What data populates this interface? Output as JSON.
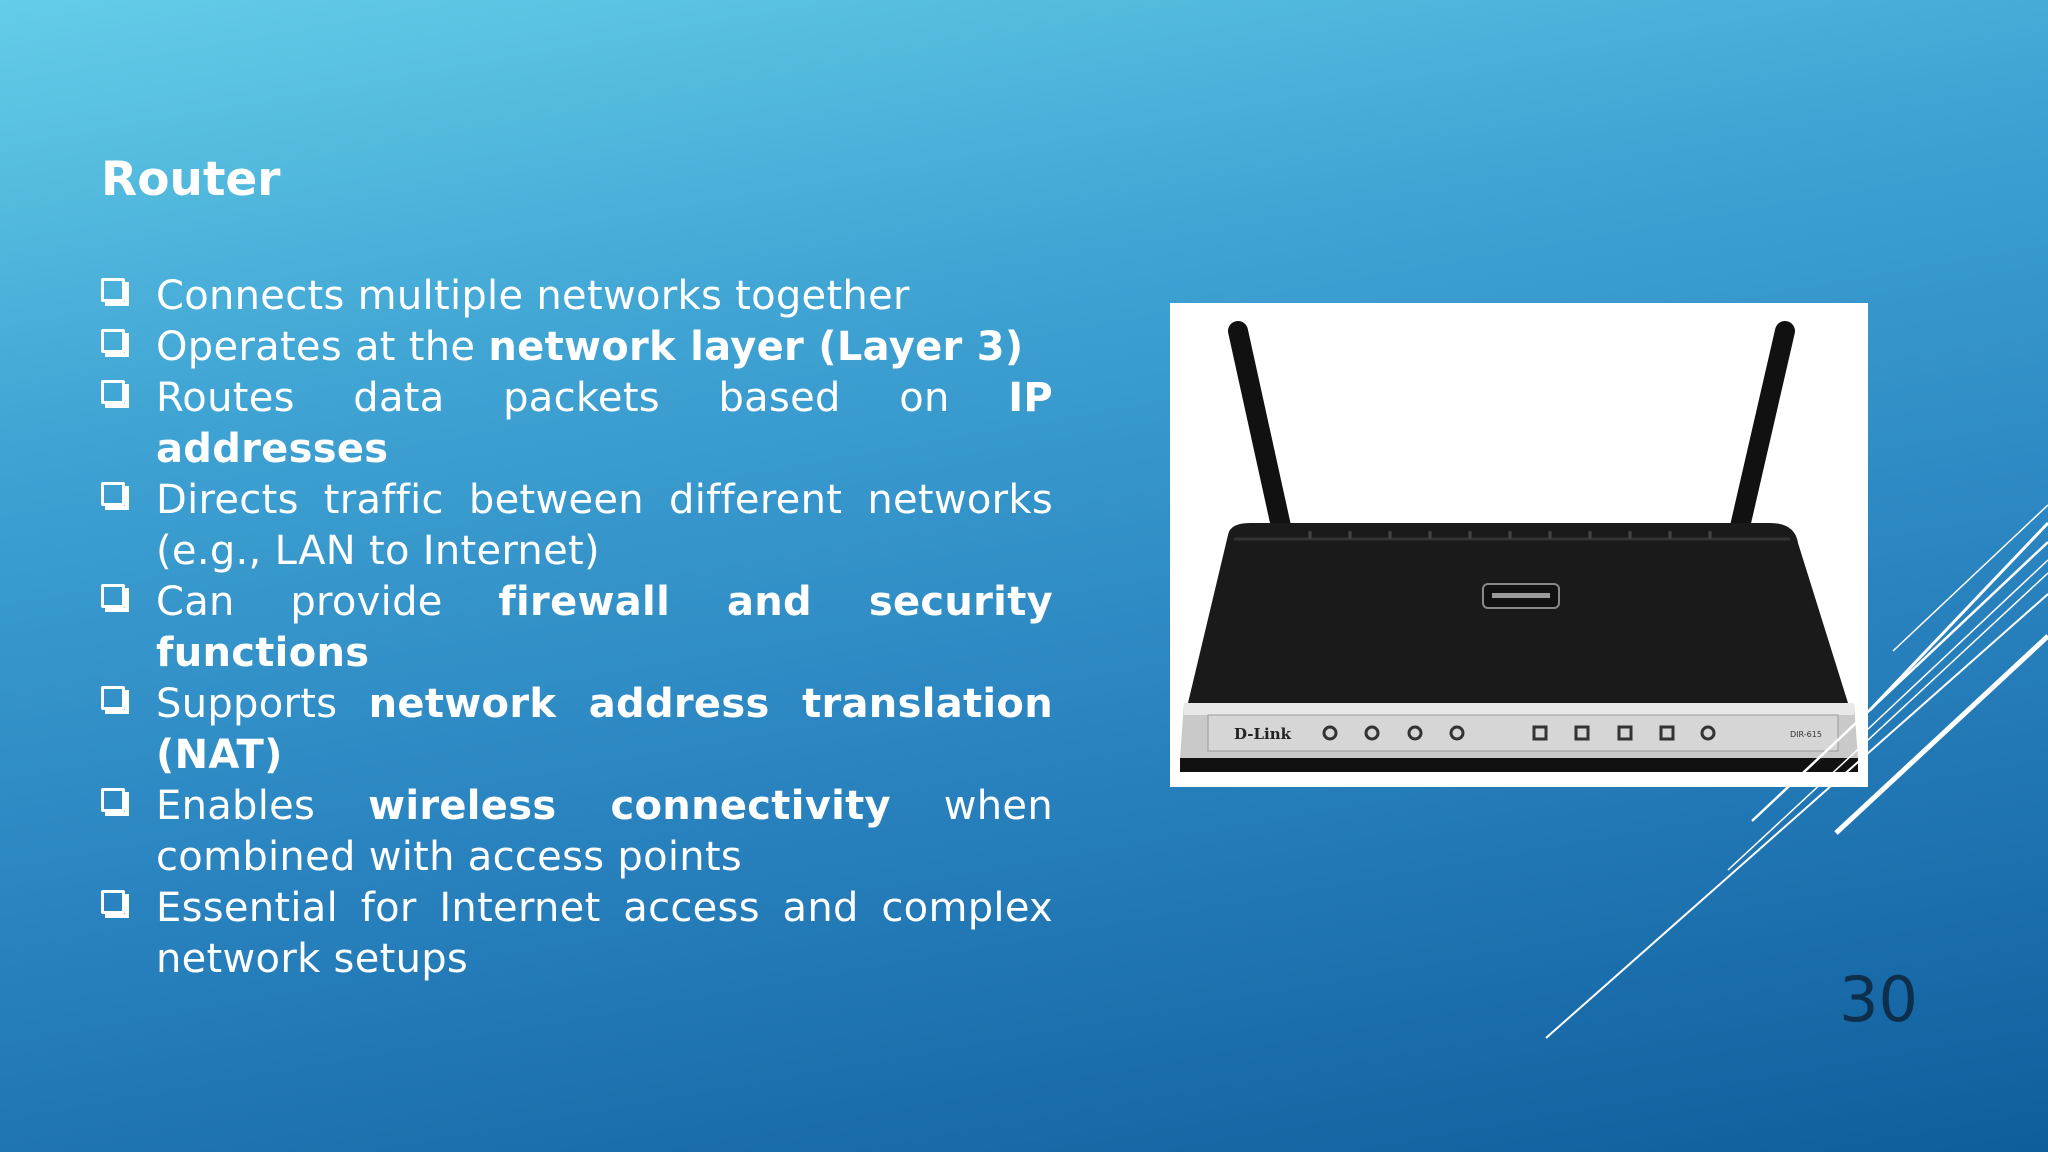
{
  "slide": {
    "title": "Router",
    "page_number": "30",
    "bullets": [
      {
        "parts": [
          {
            "text": "Connects multiple networks together",
            "bold": false
          }
        ]
      },
      {
        "parts": [
          {
            "text": "Operates at the ",
            "bold": false
          },
          {
            "text": "network layer (Layer 3)",
            "bold": true
          }
        ]
      },
      {
        "parts": [
          {
            "text": "Routes data packets based on ",
            "bold": false
          },
          {
            "text": "IP addresses",
            "bold": true
          }
        ]
      },
      {
        "parts": [
          {
            "text": "Directs traffic between different networks (e.g., LAN to Internet)",
            "bold": false
          }
        ]
      },
      {
        "parts": [
          {
            "text": "Can provide ",
            "bold": false
          },
          {
            "text": "firewall and security functions",
            "bold": true
          }
        ]
      },
      {
        "parts": [
          {
            "text": "Supports ",
            "bold": false
          },
          {
            "text": "network address translation (NAT)",
            "bold": true
          }
        ]
      },
      {
        "parts": [
          {
            "text": "Enables ",
            "bold": false
          },
          {
            "text": "wireless connectivity",
            "bold": true
          },
          {
            "text": " when combined with access points",
            "bold": false
          }
        ]
      },
      {
        "parts": [
          {
            "text": "Essential for Internet access and complex network setups",
            "bold": false
          }
        ]
      }
    ],
    "image": {
      "subject": "router-photo",
      "brand_label": "D-Link",
      "model_label": "DIR-615"
    }
  },
  "colors": {
    "background_top": "#64cde8",
    "background_bottom": "#0f5e9c",
    "text": "#ffffff",
    "page_number": "#0e2f4c"
  }
}
